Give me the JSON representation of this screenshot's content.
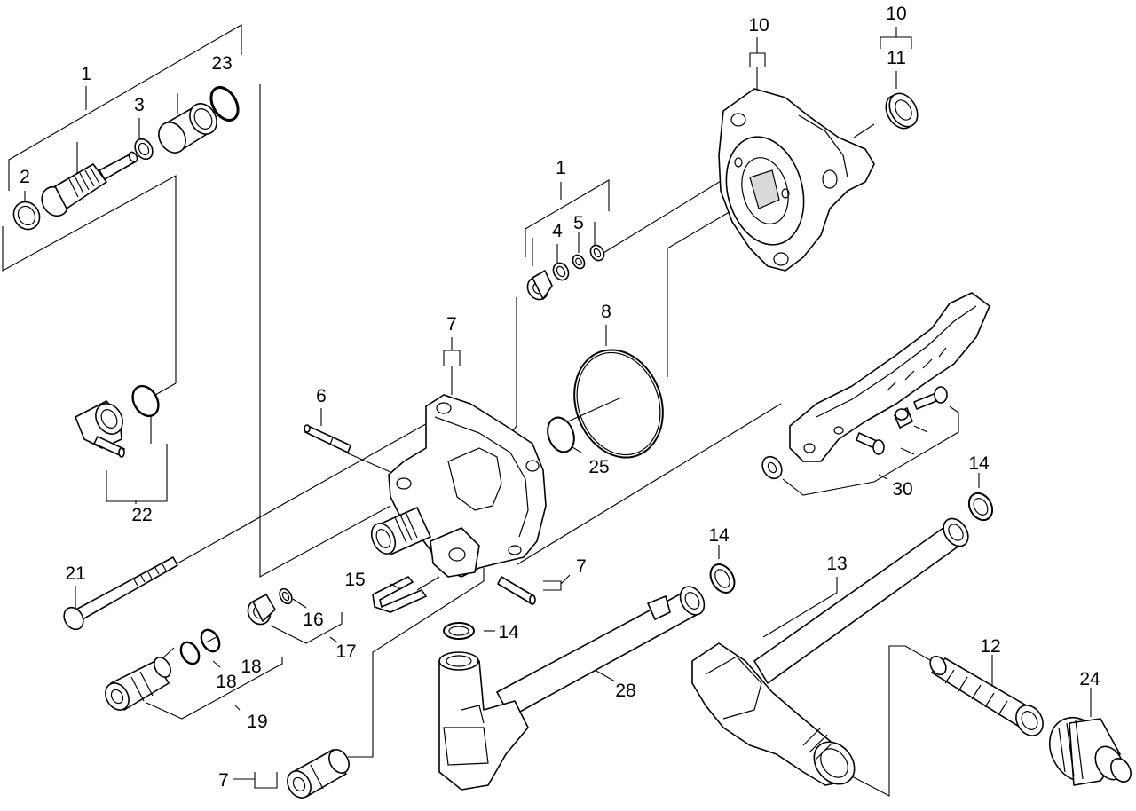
{
  "labels": {
    "l1a": "1",
    "l23": "23",
    "l3": "3",
    "l2": "2",
    "l22": "22",
    "l21": "21",
    "l6": "6",
    "l7a": "7",
    "l1b": "1",
    "l4": "4",
    "l5": "5",
    "l10a": "10",
    "l10b": "10",
    "l11": "11",
    "l8": "8",
    "l25": "25",
    "l30": "30",
    "l14a": "14",
    "l14b": "14",
    "l14c": "14",
    "l7b": "7",
    "l15": "15",
    "l16": "16",
    "l17": "17",
    "l18a": "18",
    "l18b": "18",
    "l19": "19",
    "l7c": "7",
    "l28": "28",
    "l13": "13",
    "l12": "12",
    "l24": "24"
  }
}
